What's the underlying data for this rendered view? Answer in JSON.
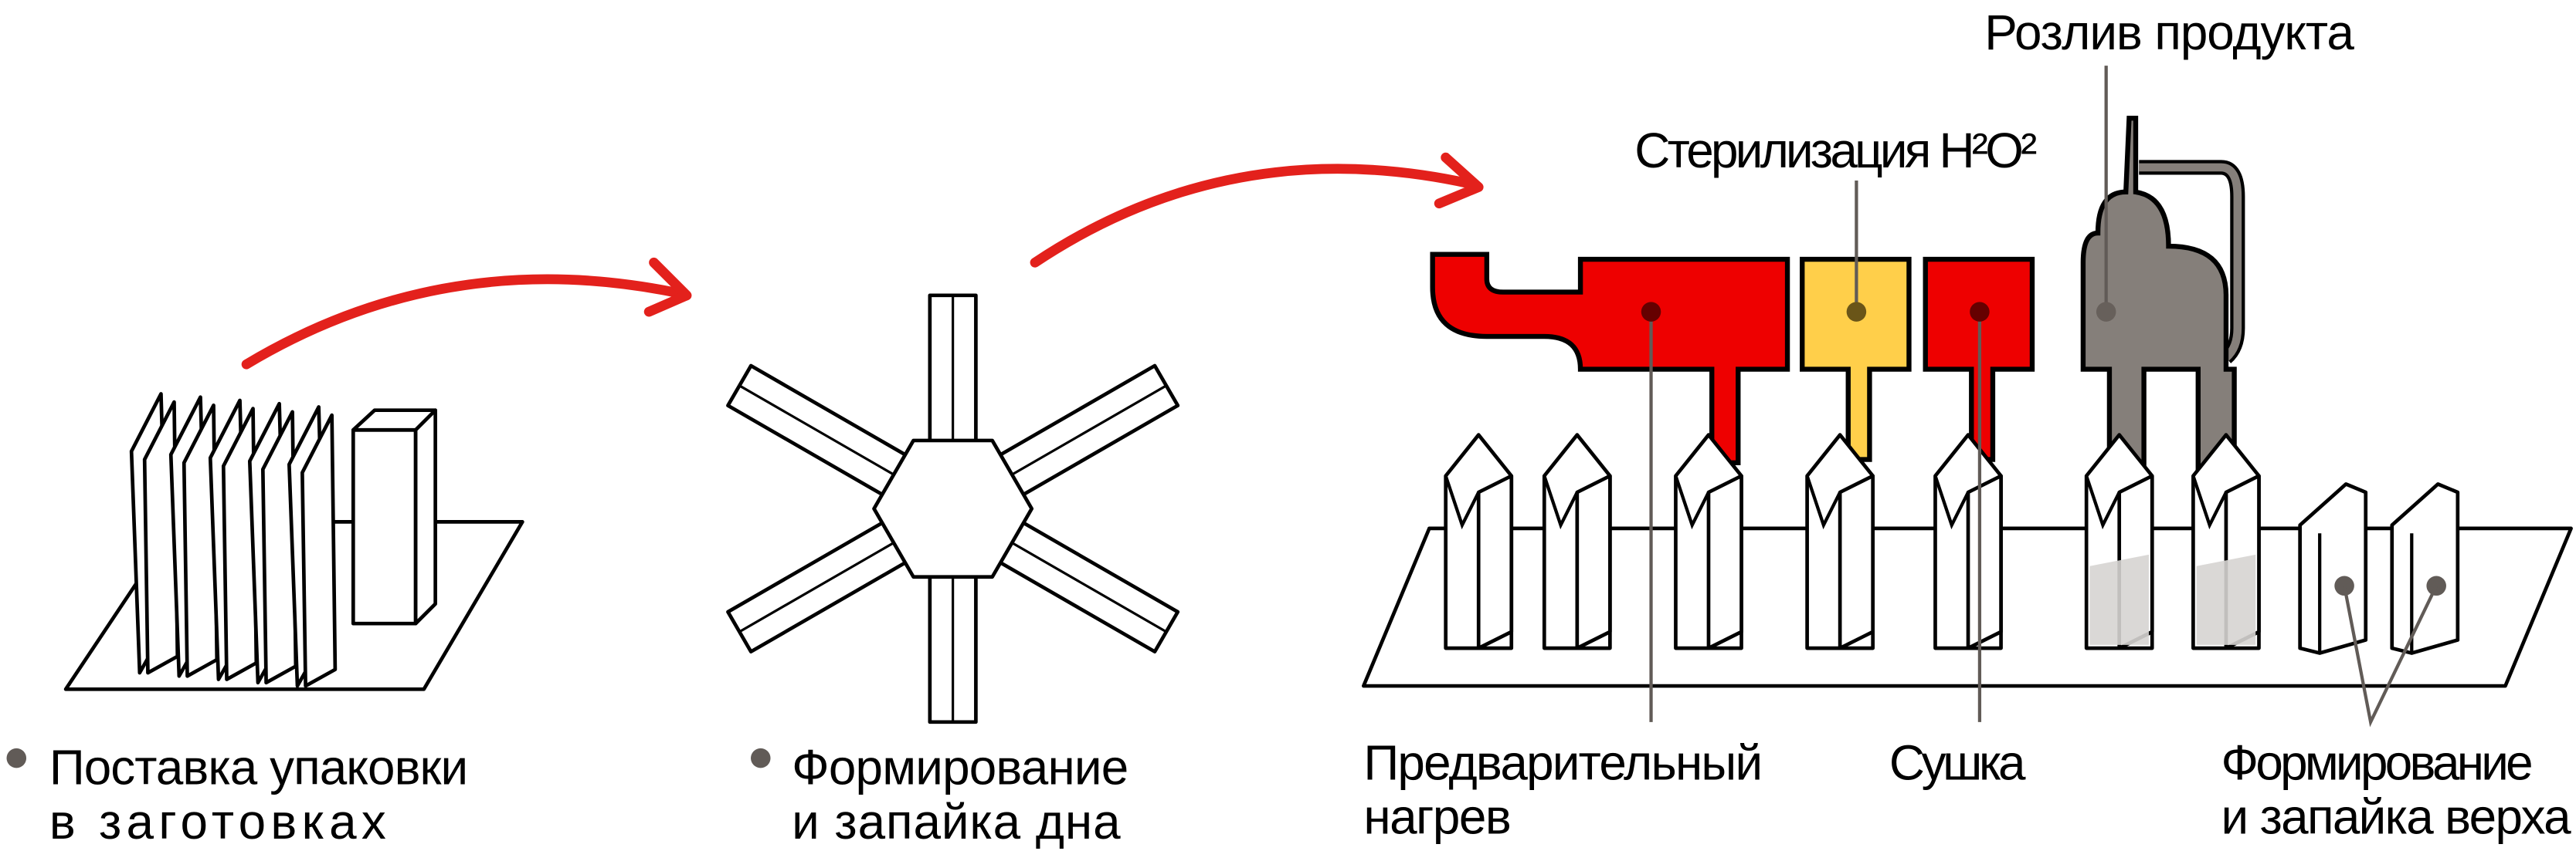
{
  "colors": {
    "arrow": "#e3211c",
    "heat": "#ee0000",
    "steril": "#ffcf4a",
    "filler": "#857f7a",
    "dot": "#615b57",
    "leader": "#615b57"
  },
  "labels": {
    "supply": [
      "Поставка упаковки",
      "в заготовках"
    ],
    "bottom": [
      "Формирование",
      "и запайка дна"
    ],
    "preheat": [
      "Предварительный",
      "нагрев"
    ],
    "drying": "Сушка",
    "top": [
      "Формирование",
      "и запайка верха"
    ],
    "sterilization": "Стерилизация H²O²",
    "filling": "Розлив продукта"
  }
}
